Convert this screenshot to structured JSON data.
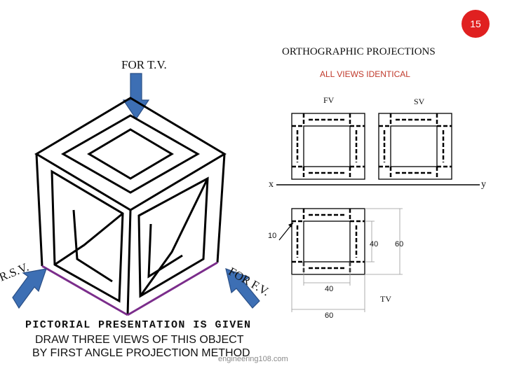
{
  "slide_number": "15",
  "title": "ORTHOGRAPHIC PROJECTIONS",
  "subtitle": "ALL VIEWS IDENTICAL",
  "labels": {
    "for_tv": "FOR T.V.",
    "fv": "FV",
    "sv": "SV",
    "tv": "TV",
    "x": "x",
    "y": "y",
    "left_view_direction": "R.S.V.",
    "front_view_direction": "FOR F.V."
  },
  "dimensions": {
    "leader": "10",
    "inner_height": "40",
    "outer_height": "60",
    "inner_width": "40",
    "outer_width": "60"
  },
  "instructions": {
    "heading": "PICTORIAL PRESENTATION IS GIVEN",
    "line1": "DRAW THREE VIEWS OF THIS OBJECT",
    "line2": "BY FIRST ANGLE PROJECTION METHOD"
  },
  "watermark": "engineering108.com",
  "colors": {
    "arrow_fill": "#3d6fb4",
    "accent_red": "#c0392b",
    "edge_purple": "#7b2d8b",
    "badge": "#e02020"
  }
}
